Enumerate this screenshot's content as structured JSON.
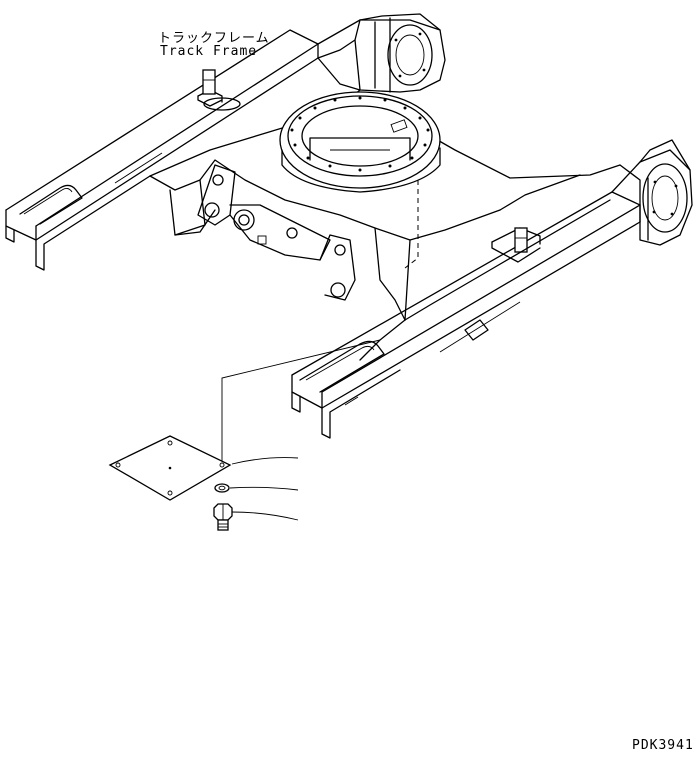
{
  "labels": {
    "track_frame_jp": "トラックフレーム",
    "track_frame_en": "Track Frame",
    "figure_code": "PDK3941"
  },
  "parts": [
    {
      "name": "cover-plate",
      "shape": "rhombus plate with 4 corner holes"
    },
    {
      "name": "washer",
      "shape": "ring"
    },
    {
      "name": "bolt",
      "shape": "hex head bolt"
    }
  ],
  "colors": {
    "line": "#000000",
    "background": "#ffffff"
  }
}
